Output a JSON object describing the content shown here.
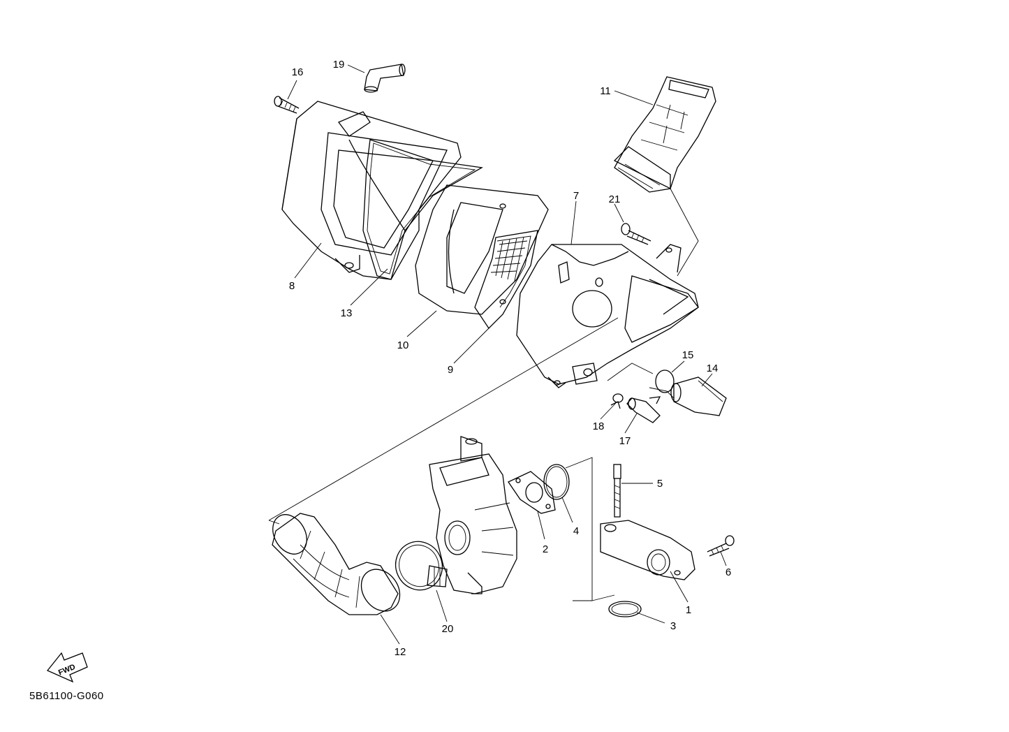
{
  "callouts": [
    "1",
    "2",
    "3",
    "4",
    "5",
    "6",
    "7",
    "8",
    "9",
    "10",
    "11",
    "12",
    "13",
    "14",
    "15",
    "16",
    "17",
    "18",
    "19",
    "20",
    "21"
  ],
  "fwd_arrow": {
    "text": "FWD"
  },
  "diagram_code": "5B61100-G060"
}
